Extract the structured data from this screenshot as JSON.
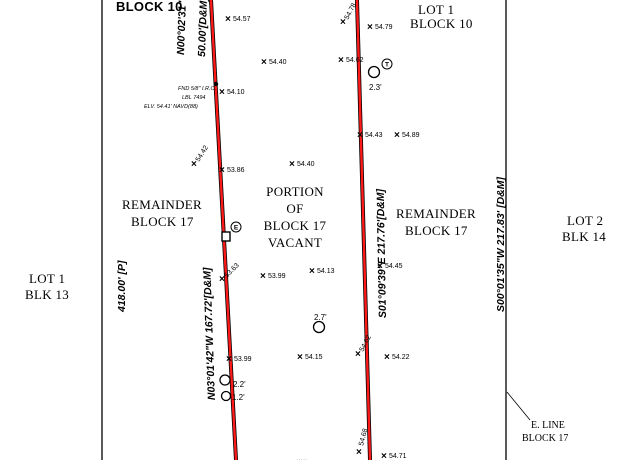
{
  "labels": {
    "block10_top_left": "BLOCK 10",
    "lot1_block10_line1": "LOT 1",
    "lot1_block10_line2": "BLOCK 10",
    "remainder_left_line1": "REMAINDER",
    "remainder_left_line2": "BLOCK 17",
    "portion_line1": "PORTION",
    "portion_line2": "OF",
    "portion_line3": "BLOCK 17",
    "portion_line4": "VACANT",
    "remainder_right_line1": "REMAINDER",
    "remainder_right_line2": "BLOCK 17",
    "lot2_line1": "LOT 2",
    "lot2_line2": "BLK 14",
    "lot1_blk13_line1": "LOT 1",
    "lot1_blk13_line2": "BLK 13",
    "eline_line1": "E. LINE",
    "eline_line2": "BLOCK 17"
  },
  "bearings": {
    "top_left_bearing": "N00°02'31\"",
    "top_left_distance": "50.00'[D&M]",
    "left_line": "N03°01'42\"W 167.72'[D&M]",
    "center_line": "S01°09'39\"E 217.76'[D&M]",
    "right_line": "S00°01'35\"W 217.83' [D&M]",
    "plat_dim": "418.00' [P]"
  },
  "found_note": {
    "line1": "FND 5/8\" I.R.C.",
    "line2": "LBL 7494",
    "line3": "ELV. 54.41' NAVD(88)"
  },
  "tree_labels": {
    "t1": "2.3'",
    "t2": "2.7'",
    "t3": "2.2'",
    "t4": "1.2'"
  },
  "symbols": {
    "t_symbol": "T",
    "e_symbol": "E"
  },
  "elevations": {
    "e1": "54.57",
    "e2": "54.40",
    "e3": "54.10",
    "e4": "54.42",
    "e5": "53.86",
    "e6": "54.40",
    "e7": "54.78",
    "e8": "54.79",
    "e9": "54.62",
    "e10": "54.43",
    "e11": "54.89",
    "e12": "53.63",
    "e13": "53.99",
    "e14": "54.13",
    "e15": "54.45",
    "e16": "53.99",
    "e17": "54.15",
    "e18": "54.62",
    "e19": "54.22",
    "e20": "54.68",
    "e21": "54.71"
  },
  "colors": {
    "boundary_line": "#ff1a1a",
    "ink": "#000000",
    "background": "#ffffff"
  }
}
